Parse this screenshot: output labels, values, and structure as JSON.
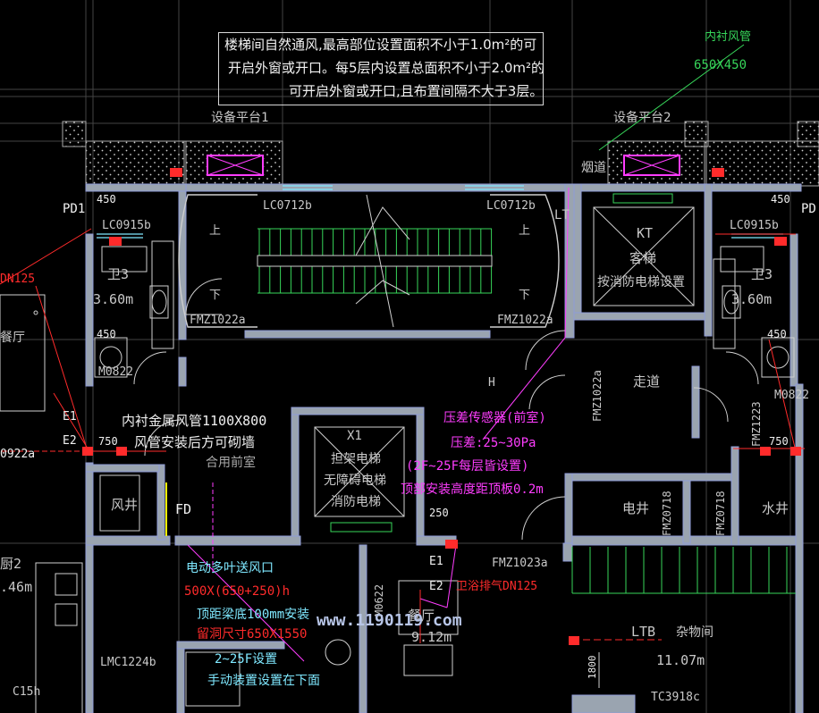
{
  "colors": {
    "background": "#000000",
    "wall": "#8f9bd8",
    "wall_fill": "#9aa4b0",
    "grid": "#4a4a4a",
    "stair_green": "#37d65a",
    "cyan_text": "#7fe8ff",
    "magenta": "#ff3dff",
    "red": "#ff2b2b",
    "yellow": "#f0f000",
    "white_text": "#f0f0f0",
    "gray_text": "#a8a8a8",
    "hatch": "#d0d0d0"
  },
  "general_note": {
    "line1": "楼梯间自然通风,最高部位设置面积不小于1.0m²的可",
    "line2": "开启外窗或开口。每5层内设置总面积不小于2.0m²的",
    "line3": "可开启外窗或开口,且布置间隔不大于3层。"
  },
  "lining_duct": {
    "title": "内衬风管",
    "size": "650X450"
  },
  "platforms": {
    "left": "设备平台1",
    "right": "设备平台2"
  },
  "left_side": {
    "pd": "PD1",
    "dim_450": "450",
    "window": "LC0915b",
    "pipe": "DN125",
    "room": "卫3",
    "area": "3.60m",
    "kitchen": "餐厅",
    "dim_450b": "450",
    "door": "M0822",
    "door_left": "0922a",
    "e1": "E1",
    "e2": "E2",
    "dim_750": "750",
    "kitchen2": "厨2",
    "area2": ".46m",
    "window2": "LMC1224b",
    "tag": "C15h"
  },
  "right_side": {
    "pd": "PD",
    "dim_450": "450",
    "window": "LC0915b",
    "room": "卫3",
    "area": "3.60m",
    "dim_450b": "450",
    "door": "M0822",
    "door2": "FMZ1223",
    "dim_750": "750"
  },
  "stair": {
    "window_left": "LC0712b",
    "window_right": "LC0712b",
    "up1": "上",
    "down1": "下",
    "up2": "上",
    "down2": "下",
    "door_left": "FMZ1022a",
    "door_right": "FMZ1022a",
    "lt": "LT"
  },
  "elevator_top": {
    "kt": "KT",
    "name": "客梯",
    "desc": "按消防电梯设置",
    "label": "烟道"
  },
  "corridor": {
    "label": "走道",
    "door": "FMZ1022a",
    "h": "H"
  },
  "duct_note": {
    "line1": "内衬金属风管1100X800",
    "line2": "风管安装后方可砌墙"
  },
  "anteroom": {
    "label": "合用前室",
    "fd": "FD",
    "shaft": "风井",
    "dim_750": "750"
  },
  "pressure": {
    "line1": "压差传感器(前室)",
    "line2": "压差:25~30Pa",
    "line3": "(2F~25F每层皆设置)",
    "line4": "顶部安装高度距顶板0.2m"
  },
  "elevator_fire": {
    "x": "X1",
    "line1": "担架电梯",
    "line2": "无障碍电梯",
    "line3": "消防电梯"
  },
  "dim_250": "250",
  "rooms_right": {
    "elec": "电井",
    "elec_door": "FMZ0718",
    "water": "水井",
    "water_door": "FMZ0718"
  },
  "bottom": {
    "door": "FMZ1023a",
    "e1": "E1",
    "e2": "E2",
    "pipe": "卫浴排气DN125",
    "v_door": "M0622",
    "dining": "餐厅",
    "area": "9.12m",
    "ltb": "LTB",
    "storage": "杂物间",
    "storage_area": "11.07m",
    "dim_1800": "1800",
    "tc": "TC3918c"
  },
  "supply_note": {
    "line1": "电动多叶送风口",
    "line2": "500X(650+250)h",
    "line3": "顶距梁底100mm安装",
    "line4": "留洞尺寸650X1550",
    "line5": "2~25F设置",
    "line6": "手动装置设置在下面"
  },
  "watermark": "www.1190119.com"
}
